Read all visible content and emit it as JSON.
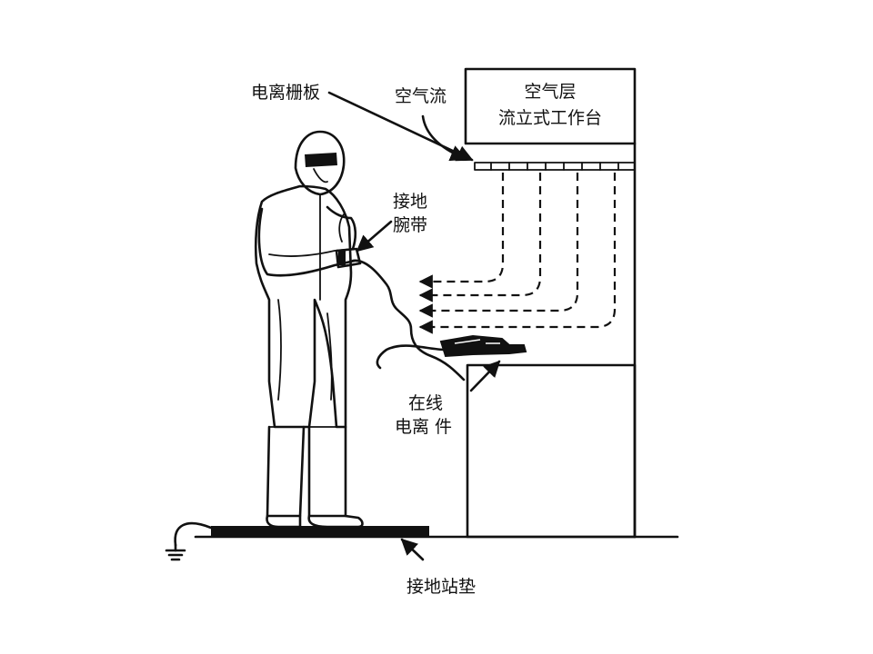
{
  "labels": {
    "ion_grid": "电离栅板",
    "air_flow": "空气流",
    "bench_line1": "空气层",
    "bench_line2": "流立式工作台",
    "wrist_line1": "接地",
    "wrist_line2": "腕带",
    "inline_line1": "在线",
    "inline_line2": "电离 件",
    "mat": "接地站垫"
  }
}
